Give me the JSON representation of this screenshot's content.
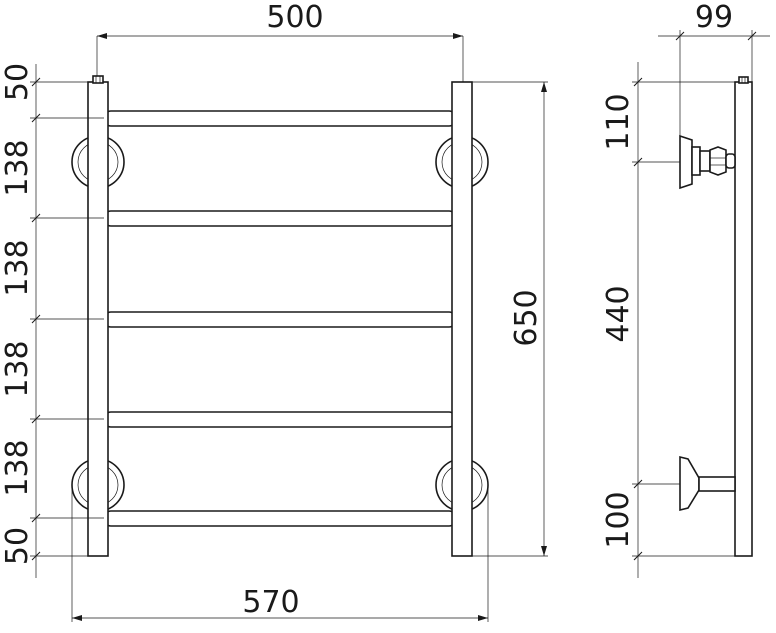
{
  "front_view": {
    "top_width": "500",
    "bottom_width": "570",
    "total_height": "650",
    "left_segments": [
      "50",
      "138",
      "138",
      "138",
      "138",
      "50"
    ]
  },
  "side_view": {
    "depth": "99",
    "segments": [
      "110",
      "440",
      "100"
    ]
  }
}
